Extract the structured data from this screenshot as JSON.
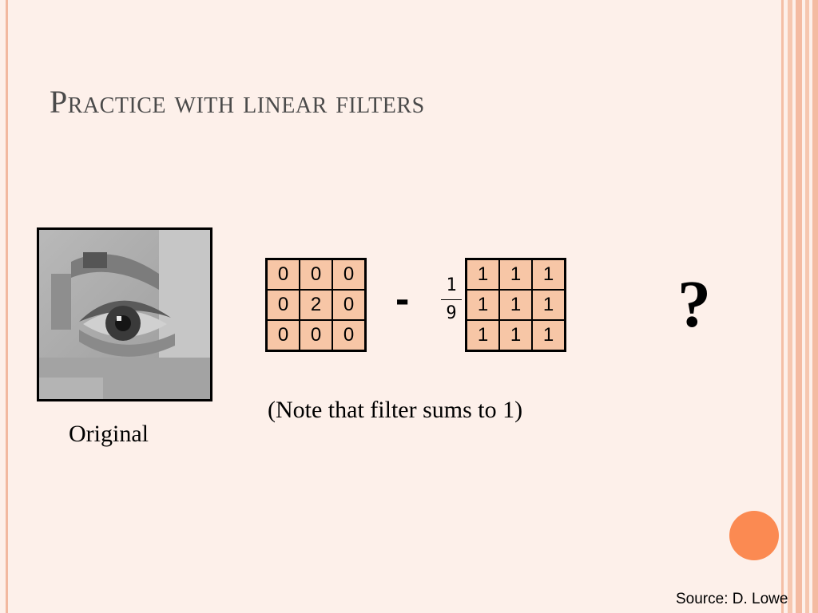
{
  "slide": {
    "title": "Practice with linear filters",
    "original_caption": "Original",
    "note": "(Note that filter sums to 1)",
    "operator": "-",
    "scale_numerator": "1",
    "scale_denominator": "9",
    "result": "?",
    "source": "Source: D. Lowe"
  },
  "kernels": {
    "impulse": [
      [
        "0",
        "0",
        "0"
      ],
      [
        "0",
        "2",
        "0"
      ],
      [
        "0",
        "0",
        "0"
      ]
    ],
    "box": [
      [
        "1",
        "1",
        "1"
      ],
      [
        "1",
        "1",
        "1"
      ],
      [
        "1",
        "1",
        "1"
      ]
    ]
  },
  "colors": {
    "background": "#fdf0ea",
    "accent_border": "#f2b9a0",
    "kernel_fill": "#f7c6a6",
    "dot": "#fb8a52",
    "title_text": "#4a4a4a"
  }
}
